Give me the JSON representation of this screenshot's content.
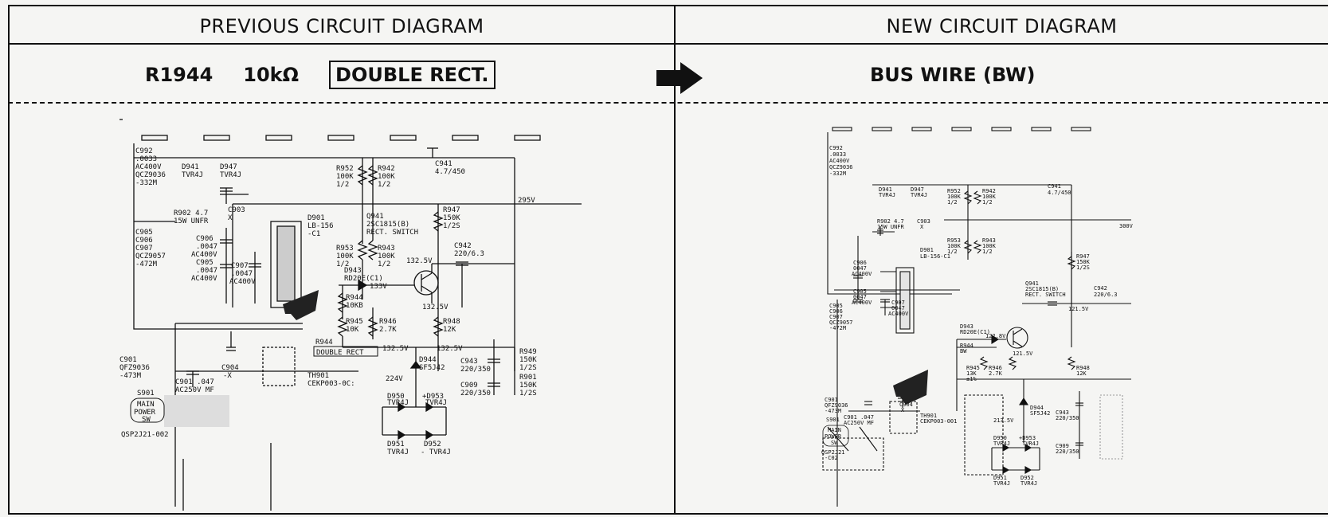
{
  "headers": {
    "left": "PREVIOUS CIRCUIT DIAGRAM",
    "right": "NEW CIRCUIT DIAGRAM"
  },
  "change": {
    "part": "R1944",
    "value": "10kΩ",
    "type_boxed": "DOUBLE RECT.",
    "replacement": "BUS WIRE (BW)"
  },
  "previous_schematic": {
    "labels": {
      "c992": "C992",
      "c992_val": ".0033",
      "c992_rating": "AC400V",
      "c992_part": "QCZ9036",
      "c992_tol": "-332M",
      "d941": "D941",
      "d941_type": "TVR4J",
      "d947": "D947",
      "d947_type": "TVR4J",
      "r952": "R952",
      "r952_val": "100K",
      "r952_w": "1/2",
      "r942": "R942",
      "r942_val": "100K",
      "r942_w": "1/2",
      "c941": "C941",
      "c941_val": "4.7/450",
      "r902": "R902 4.7",
      "r902_type": "15W UNFR",
      "c903": "C903",
      "c903_val": "X",
      "d901": "D901",
      "d901_type": "LB-156",
      "d901_c": "-C1",
      "q941": "Q941",
      "q941_type": "2SC1815(B)",
      "q941_func": "RECT. SWITCH",
      "r947": "R947",
      "r947_val": "150K",
      "r947_w": "1/2S",
      "v295": "295V",
      "c905": "C905",
      "c906": "C906",
      "c907": "C907",
      "qcz9057": "QCZ9057",
      "c_tol": "-472M",
      "c906l": "C906",
      "c906_val": ".0047",
      "c906_r": "AC400V",
      "c905l": "C905",
      "c905_val": ".0047",
      "c905_r": "AC400V",
      "c907l": "C907",
      "c907_val": ".0047",
      "c907_r": "AC400V",
      "r953": "R953",
      "r953_val": "100K",
      "r953_w": "1/2",
      "r943": "R943",
      "r943_val": "100K",
      "r943_w": "1/2",
      "v1325": "132.5V",
      "c942": "C942",
      "c942_val": "220/6.3",
      "d943": "D943",
      "d943_type": "RD20E(C1)",
      "v133": "133V",
      "r944": "R944",
      "r944_val": "10KB",
      "v1325b": "132.5V",
      "r945": "R945",
      "r945_val": "10K",
      "r946": "R946",
      "r946_val": "2.7K",
      "r948": "R948",
      "r948_val": "12K",
      "r944_box_ref": "R944",
      "r944_box": "DOUBLE RECT",
      "v1325c": "132.5V",
      "v1325d": "132.5V",
      "c901": "C901",
      "c901_part": "QFZ9036",
      "c901_tol": "-473M",
      "c904": "C904",
      "c904_val": "-X",
      "d944": "D944",
      "d944_type": "SF5J42",
      "r949": "R949",
      "r949_val": "150K",
      "r949_w": "1/2S",
      "c943": "C943",
      "c943_val": "220/350",
      "c901b": "C901 .047",
      "c901b_r": "AC250V MF",
      "th901": "TH901",
      "th901_type": "CEKP003-0C:",
      "v224": "224V",
      "r901": "R901",
      "r901_val": "150K",
      "r901_w": "1/2S",
      "c909": "C909",
      "c909_val": "220/350",
      "s901": "S901",
      "sw1": "MAIN",
      "sw2": "POWER",
      "sw3": "SW",
      "qsp": "QSP2J21-002",
      "d950": "D950",
      "d950_type": "TVR4J",
      "d953": "+D953",
      "d953_type": "TVR4J",
      "d951": "D951",
      "d951_type": "TVR4J",
      "d952": "D952",
      "d952_type": "- TVR4J"
    }
  },
  "new_schematic": {
    "labels": {
      "c992": "C992",
      "c992_val": ".0033",
      "c992_rating": "AC400V",
      "c992_part": "QCZ9036",
      "c992_tol": "-332M",
      "d941": "D941",
      "d941_type": "TVR4J",
      "d947": "D947",
      "d947_type": "TVR4J",
      "r952": "R952",
      "r952_val": "100K",
      "r952_w": "1/2",
      "r942": "R942",
      "r942_val": "100K",
      "r942_w": "1/2",
      "c941": "C941",
      "c941_val": "4.7/450",
      "r902": "R902 4.7",
      "r902_type": "15W UNFR",
      "c903": "C903",
      "c903_val": "X",
      "v300": "300V",
      "r953": "R953",
      "r953_val": "100K",
      "r953_w": "1/2",
      "r943": "R943",
      "r943_val": "100K",
      "r943_w": "1/2",
      "d901": "D901",
      "d901_type": "LB-156-C1",
      "r947": "R947",
      "r947_val": "150K",
      "r947_w": "1/2S",
      "c906": "C906",
      "c906_val": "0047",
      "c906_r": "AC400V",
      "q941": "Q941",
      "q941_type": "2SC1815(B)",
      "q941_func": "RECT. SWITCH",
      "c942": "C942",
      "c942_val": "220/6.3",
      "c905": "C905",
      "c905_val": "0047",
      "c905_r": "AC400V",
      "c907": "C907",
      "c907_val": "0047",
      "c907_r": "AC400V",
      "v1215": "121.5V",
      "c905g": "C905",
      "c906g": "C906",
      "c907g": "C907",
      "qcz9057": "QCZ9057",
      "c_tol": "-472M",
      "d943": "D943",
      "d943_type": "RD20E(C1)",
      "v122": "122.8V",
      "r944": "R944",
      "r944_val": "BW",
      "v1215b": "121.5V",
      "r945": "R945",
      "r945_val": "13K",
      "r945_x": "±1%",
      "r946": "R946",
      "r946_val": "2.7K",
      "r948": "R948",
      "r948_val": "12K",
      "c901": "C901",
      "c901_part": "QFZ9036",
      "c901_tol": "-473M",
      "c904": "C904",
      "c904_val": "X",
      "d944": "D944",
      "d944_type": "SF5J42",
      "c943": "C943",
      "c943_val": "220/350",
      "s901": "S901",
      "c901b": "C901 .047",
      "c901b_r": "AC250V MF",
      "th901": "TH901",
      "th901_type": "CEKP003-001",
      "v2135": "213.5V",
      "sw1": "MAIN",
      "sw2": "POWER",
      "sw3": "SW",
      "qsp": "QSP2J21",
      "qsp2": "-C02",
      "d950": "D950",
      "d950_type": "TVR4J",
      "d953": "+D953",
      "d953_type": "TVR4J",
      "c909": "C909",
      "c909_val": "220/350",
      "d951": "D951",
      "d951_type": "TVR4J",
      "d952": "D952",
      "d952_type": "TVR4J"
    }
  }
}
